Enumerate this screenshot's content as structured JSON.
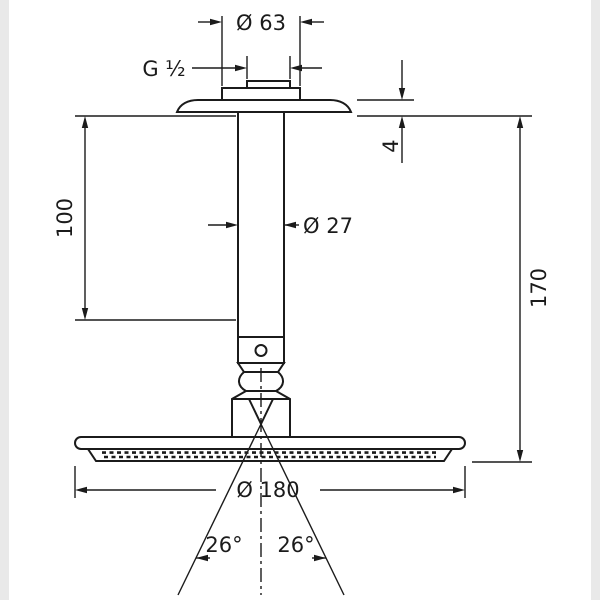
{
  "drawing": {
    "background_color": "#ffffff",
    "line_color": "#1b1b1b",
    "edge_bar_color": "#e9e9e9",
    "labels": {
      "top_diameter": "Ø 63",
      "thread_size": "G ½",
      "flange_thickness": "4",
      "pipe_diameter": "Ø 27",
      "arm_length": "100",
      "overall_height": "170",
      "head_diameter": "Ø 180",
      "spray_angle_left": "26°",
      "spray_angle_right": "26°"
    }
  }
}
